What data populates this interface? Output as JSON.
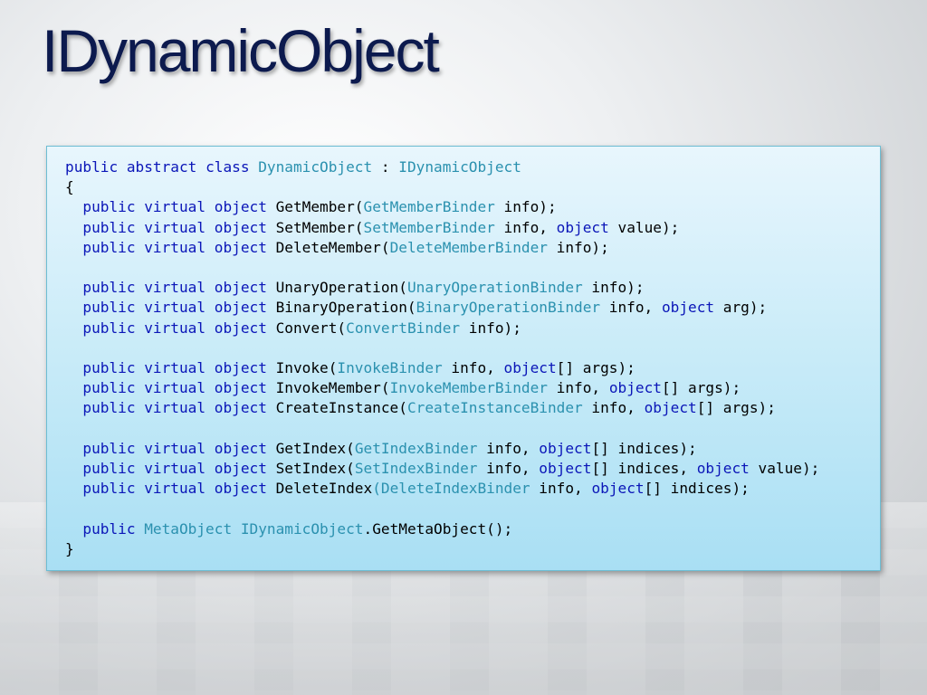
{
  "slide": {
    "title": "IDynamicObject"
  },
  "colors": {
    "title": "#0c1a4e",
    "keyword": "#0b16b8",
    "type": "#2b91af",
    "plain": "#000000",
    "code_background_top": "#e8f6fd",
    "code_background_bottom": "#a9dff4"
  },
  "code": {
    "lines": [
      [
        {
          "t": "kw",
          "v": "public"
        },
        {
          "t": "p",
          "v": " "
        },
        {
          "t": "kw",
          "v": "abstract"
        },
        {
          "t": "p",
          "v": " "
        },
        {
          "t": "kw",
          "v": "class"
        },
        {
          "t": "p",
          "v": " "
        },
        {
          "t": "ty",
          "v": "DynamicObject"
        },
        {
          "t": "p",
          "v": " : "
        },
        {
          "t": "ty",
          "v": "IDynamicObject"
        }
      ],
      [
        {
          "t": "p",
          "v": "{"
        }
      ],
      [
        {
          "t": "p",
          "v": "  "
        },
        {
          "t": "kw",
          "v": "public"
        },
        {
          "t": "p",
          "v": " "
        },
        {
          "t": "kw",
          "v": "virtual"
        },
        {
          "t": "p",
          "v": " "
        },
        {
          "t": "kw",
          "v": "object"
        },
        {
          "t": "p",
          "v": " GetMember("
        },
        {
          "t": "ty",
          "v": "GetMemberBinder"
        },
        {
          "t": "p",
          "v": " info);"
        }
      ],
      [
        {
          "t": "p",
          "v": "  "
        },
        {
          "t": "kw",
          "v": "public"
        },
        {
          "t": "p",
          "v": " "
        },
        {
          "t": "kw",
          "v": "virtual"
        },
        {
          "t": "p",
          "v": " "
        },
        {
          "t": "kw",
          "v": "object"
        },
        {
          "t": "p",
          "v": " SetMember("
        },
        {
          "t": "ty",
          "v": "SetMemberBinder"
        },
        {
          "t": "p",
          "v": " info, "
        },
        {
          "t": "kw",
          "v": "object"
        },
        {
          "t": "p",
          "v": " value);"
        }
      ],
      [
        {
          "t": "p",
          "v": "  "
        },
        {
          "t": "kw",
          "v": "public"
        },
        {
          "t": "p",
          "v": " "
        },
        {
          "t": "kw",
          "v": "virtual"
        },
        {
          "t": "p",
          "v": " "
        },
        {
          "t": "kw",
          "v": "object"
        },
        {
          "t": "p",
          "v": " DeleteMember("
        },
        {
          "t": "ty",
          "v": "DeleteMemberBinder"
        },
        {
          "t": "p",
          "v": " info);"
        }
      ],
      [],
      [
        {
          "t": "p",
          "v": "  "
        },
        {
          "t": "kw",
          "v": "public"
        },
        {
          "t": "p",
          "v": " "
        },
        {
          "t": "kw",
          "v": "virtual"
        },
        {
          "t": "p",
          "v": " "
        },
        {
          "t": "kw",
          "v": "object"
        },
        {
          "t": "p",
          "v": " UnaryOperation("
        },
        {
          "t": "ty",
          "v": "UnaryOperationBinder"
        },
        {
          "t": "p",
          "v": " info);"
        }
      ],
      [
        {
          "t": "p",
          "v": "  "
        },
        {
          "t": "kw",
          "v": "public"
        },
        {
          "t": "p",
          "v": " "
        },
        {
          "t": "kw",
          "v": "virtual"
        },
        {
          "t": "p",
          "v": " "
        },
        {
          "t": "kw",
          "v": "object"
        },
        {
          "t": "p",
          "v": " BinaryOperation("
        },
        {
          "t": "ty",
          "v": "BinaryOperationBinder"
        },
        {
          "t": "p",
          "v": " info, "
        },
        {
          "t": "kw",
          "v": "object"
        },
        {
          "t": "p",
          "v": " arg);"
        }
      ],
      [
        {
          "t": "p",
          "v": "  "
        },
        {
          "t": "kw",
          "v": "public"
        },
        {
          "t": "p",
          "v": " "
        },
        {
          "t": "kw",
          "v": "virtual"
        },
        {
          "t": "p",
          "v": " "
        },
        {
          "t": "kw",
          "v": "object"
        },
        {
          "t": "p",
          "v": " Convert("
        },
        {
          "t": "ty",
          "v": "ConvertBinder"
        },
        {
          "t": "p",
          "v": " info);"
        }
      ],
      [],
      [
        {
          "t": "p",
          "v": "  "
        },
        {
          "t": "kw",
          "v": "public"
        },
        {
          "t": "p",
          "v": " "
        },
        {
          "t": "kw",
          "v": "virtual"
        },
        {
          "t": "p",
          "v": " "
        },
        {
          "t": "kw",
          "v": "object"
        },
        {
          "t": "p",
          "v": " Invoke("
        },
        {
          "t": "ty",
          "v": "InvokeBinder"
        },
        {
          "t": "p",
          "v": " info, "
        },
        {
          "t": "kw",
          "v": "object"
        },
        {
          "t": "p",
          "v": "[] args);"
        }
      ],
      [
        {
          "t": "p",
          "v": "  "
        },
        {
          "t": "kw",
          "v": "public"
        },
        {
          "t": "p",
          "v": " "
        },
        {
          "t": "kw",
          "v": "virtual"
        },
        {
          "t": "p",
          "v": " "
        },
        {
          "t": "kw",
          "v": "object"
        },
        {
          "t": "p",
          "v": " InvokeMember("
        },
        {
          "t": "ty",
          "v": "InvokeMemberBinder"
        },
        {
          "t": "p",
          "v": " info, "
        },
        {
          "t": "kw",
          "v": "object"
        },
        {
          "t": "p",
          "v": "[] args);"
        }
      ],
      [
        {
          "t": "p",
          "v": "  "
        },
        {
          "t": "kw",
          "v": "public"
        },
        {
          "t": "p",
          "v": " "
        },
        {
          "t": "kw",
          "v": "virtual"
        },
        {
          "t": "p",
          "v": " "
        },
        {
          "t": "kw",
          "v": "object"
        },
        {
          "t": "p",
          "v": " CreateInstance("
        },
        {
          "t": "ty",
          "v": "CreateInstanceBinder"
        },
        {
          "t": "p",
          "v": " info, "
        },
        {
          "t": "kw",
          "v": "object"
        },
        {
          "t": "p",
          "v": "[] args);"
        }
      ],
      [],
      [
        {
          "t": "p",
          "v": "  "
        },
        {
          "t": "kw",
          "v": "public"
        },
        {
          "t": "p",
          "v": " "
        },
        {
          "t": "kw",
          "v": "virtual"
        },
        {
          "t": "p",
          "v": " "
        },
        {
          "t": "kw",
          "v": "object"
        },
        {
          "t": "p",
          "v": " GetIndex("
        },
        {
          "t": "ty",
          "v": "GetIndexBinder"
        },
        {
          "t": "p",
          "v": " info, "
        },
        {
          "t": "kw",
          "v": "object"
        },
        {
          "t": "p",
          "v": "[] indices);"
        }
      ],
      [
        {
          "t": "p",
          "v": "  "
        },
        {
          "t": "kw",
          "v": "public"
        },
        {
          "t": "p",
          "v": " "
        },
        {
          "t": "kw",
          "v": "virtual"
        },
        {
          "t": "p",
          "v": " "
        },
        {
          "t": "kw",
          "v": "object"
        },
        {
          "t": "p",
          "v": " SetIndex("
        },
        {
          "t": "ty",
          "v": "SetIndexBinder"
        },
        {
          "t": "p",
          "v": " info, "
        },
        {
          "t": "kw",
          "v": "object"
        },
        {
          "t": "p",
          "v": "[] indices, "
        },
        {
          "t": "kw",
          "v": "object"
        },
        {
          "t": "p",
          "v": " value);"
        }
      ],
      [
        {
          "t": "p",
          "v": "  "
        },
        {
          "t": "kw",
          "v": "public"
        },
        {
          "t": "p",
          "v": " "
        },
        {
          "t": "kw",
          "v": "virtual"
        },
        {
          "t": "p",
          "v": " "
        },
        {
          "t": "kw",
          "v": "object"
        },
        {
          "t": "p",
          "v": " DeleteIndex"
        },
        {
          "t": "ty",
          "v": "(DeleteIndexBinder"
        },
        {
          "t": "p",
          "v": " info, "
        },
        {
          "t": "kw",
          "v": "object"
        },
        {
          "t": "p",
          "v": "[] indices);"
        }
      ],
      [],
      [
        {
          "t": "p",
          "v": "  "
        },
        {
          "t": "kw",
          "v": "public"
        },
        {
          "t": "p",
          "v": " "
        },
        {
          "t": "ty",
          "v": "MetaObject"
        },
        {
          "t": "p",
          "v": " "
        },
        {
          "t": "ty",
          "v": "IDynamicObject"
        },
        {
          "t": "p",
          "v": ".GetMetaObject();"
        }
      ],
      [
        {
          "t": "p",
          "v": "}"
        }
      ]
    ]
  }
}
